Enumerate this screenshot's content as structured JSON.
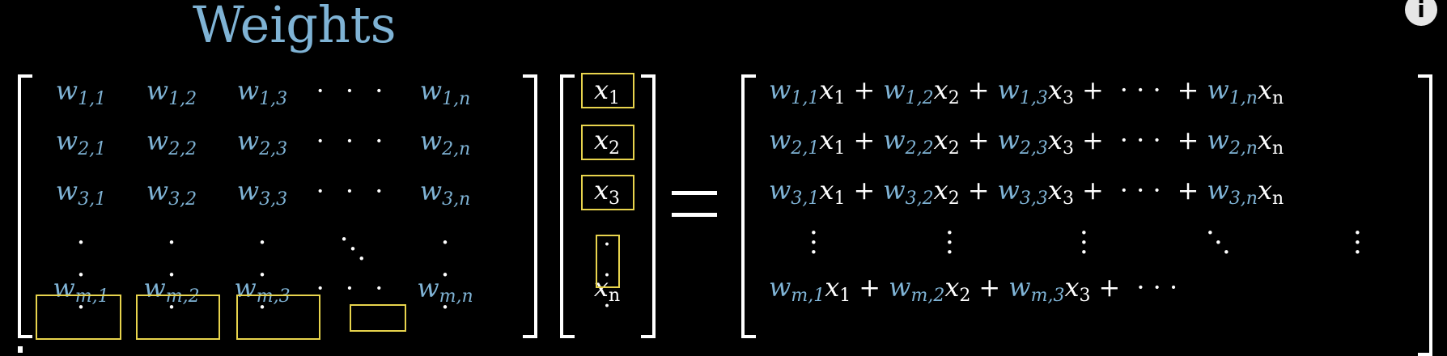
{
  "title": "Weights",
  "info_icon": "i",
  "matrix_rows": [
    [
      "w_{1,1}",
      "w_{1,2}",
      "w_{1,3}",
      "…",
      "w_{1,n}"
    ],
    [
      "w_{2,1}",
      "w_{2,2}",
      "w_{2,3}",
      "…",
      "w_{2,n}"
    ],
    [
      "w_{3,1}",
      "w_{3,2}",
      "w_{3,3}",
      "…",
      "w_{3,n}"
    ],
    [
      "⋮",
      "⋮",
      "⋮",
      "⋱",
      "⋮"
    ],
    [
      "w_{m,1}",
      "w_{m,2}",
      "w_{m,3}",
      "…",
      "w_{m,n}"
    ]
  ],
  "vector": [
    "x_1",
    "x_2",
    "x_3",
    "⋮",
    "x_n"
  ],
  "equals": "=",
  "result_rows": [
    "w_{1,1}x_1 + w_{1,2}x_2 + w_{1,3}x_3 + ⋯ + w_{1,n}x_n",
    "w_{2,1}x_1 + w_{2,2}x_2 + w_{2,3}x_3 + ⋯ + w_{2,n}x_n",
    "w_{3,1}x_1 + w_{3,2}x_2 + w_{3,3}x_3 + ⋯ + w_{3,n}x_n",
    "⋮ ⋮ ⋮ ⋱ ⋮",
    "w_{m,1}x_1 + w_{m,2}x_2 + w_{m,3}x_3 + ⋯"
  ],
  "colors": {
    "weight": "#7fb3d5",
    "highlight": "#e8d44d",
    "text": "#ffffff",
    "background": "#000000"
  }
}
